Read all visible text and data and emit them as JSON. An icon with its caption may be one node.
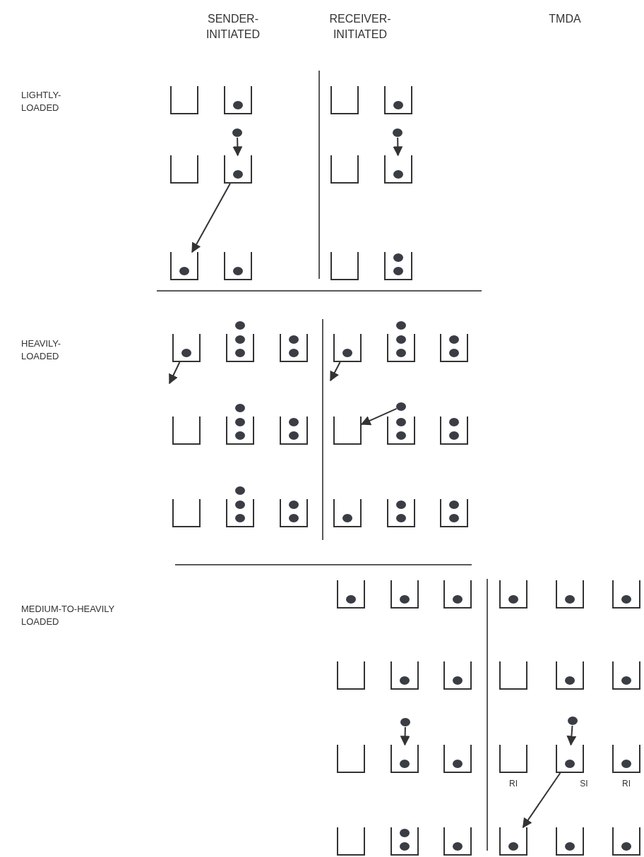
{
  "diagram": {
    "nodes": [
      {
        "text": [],
        "shape": "box"
      },
      {
        "text": [],
        "shape": "box"
      },
      {
        "text": [],
        "shape": "box"
      },
      {
        "text": [],
        "shape": "box"
      },
      {
        "text": [],
        "shape": "box"
      },
      {
        "text": [],
        "shape": "box"
      },
      {
        "text": [],
        "shape": "box"
      },
      {
        "text": [],
        "shape": "box"
      },
      {
        "text": [],
        "shape": "box"
      },
      {
        "text": [],
        "shape": "box"
      },
      {
        "text": [],
        "shape": "box"
      },
      {
        "text": [],
        "shape": "box"
      },
      {
        "text": [],
        "shape": "box"
      },
      {
        "text": [],
        "shape": "box"
      },
      {
        "text": [],
        "shape": "box"
      },
      {
        "text": [],
        "shape": "box"
      },
      {
        "text": [],
        "shape": "box"
      },
      {
        "text": [],
        "shape": "box"
      },
      {
        "text": [],
        "shape": "box"
      },
      {
        "text": [],
        "shape": "box"
      },
      {
        "text": [],
        "shape": "box"
      },
      {
        "text": [],
        "shape": "box"
      },
      {
        "text": [],
        "shape": "box"
      },
      {
        "text": [],
        "shape": "box"
      },
      {
        "text": [],
        "shape": "box"
      },
      {
        "text": [],
        "shape": "box"
      },
      {
        "text": [],
        "shape": "box"
      },
      {
        "text": [],
        "shape": "box"
      },
      {
        "text": [],
        "shape": "box"
      },
      {
        "text": [],
        "shape": "box"
      },
      {
        "text": [],
        "shape": "box"
      },
      {
        "text": [],
        "shape": "box"
      },
      {
        "text": [],
        "shape": "box"
      },
      {
        "text": [],
        "shape": "box"
      },
      {
        "text": [],
        "shape": "box"
      },
      {
        "text": [],
        "shape": "box"
      },
      {
        "text": [],
        "shape": "box"
      },
      {
        "text": [],
        "shape": "box"
      },
      {
        "text": [],
        "shape": "box"
      },
      {
        "text": [],
        "shape": "box"
      },
      {
        "text": [],
        "shape": "box"
      },
      {
        "text": [],
        "shape": "box"
      },
      {
        "text": [],
        "shape": "box"
      },
      {
        "text": [],
        "shape": "box"
      },
      {
        "text": [],
        "shape": "box"
      },
      {
        "text": [],
        "shape": "box"
      },
      {
        "text": [],
        "shape": "box"
      },
      {
        "text": [],
        "shape": "box"
      },
      {
        "text": [],
        "shape": "box",
        "beside": [
          "RI"
        ]
      },
      {
        "text": [],
        "shape": "box",
        "beside": [
          "SI"
        ]
      },
      {
        "text": [],
        "shape": "box",
        "beside": [
          "RI"
        ]
      },
      {
        "text": [],
        "shape": "box"
      },
      {
        "text": [],
        "shape": "box"
      },
      {
        "text": [],
        "shape": "box"
      },
      {
        "text": [],
        "shape": "circle"
      },
      {
        "text": [],
        "shape": "circle"
      },
      {
        "text": [],
        "shape": "circle"
      },
      {
        "text": [],
        "shape": "circle"
      },
      {
        "text": [],
        "shape": "circle"
      }
    ],
    "edges": [
      {
        "from": 54,
        "to": 3,
        "arrow": "to"
      },
      {
        "from": 3,
        "to": 4,
        "arrow": "to"
      },
      {
        "from": 55,
        "to": 9,
        "arrow": "to"
      },
      {
        "from": 12,
        "to": null,
        "arrow": "to"
      },
      {
        "from": 21,
        "to": null,
        "arrow": "to"
      },
      {
        "from": 56,
        "to": 24,
        "arrow": "to"
      },
      {
        "from": 57,
        "to": 37,
        "arrow": "to"
      },
      {
        "from": 58,
        "to": 49,
        "arrow": "to"
      },
      {
        "from": 49,
        "to": 51,
        "arrow": "to"
      }
    ],
    "labels": [
      "SENDER-INITIATED",
      "RECEIVER-INITIATED",
      "TMDA",
      "LIGHTLY-LOADED",
      "HEAVILY-LOADED",
      "MEDIUM-TO-HEAVILY LOADED"
    ]
  }
}
